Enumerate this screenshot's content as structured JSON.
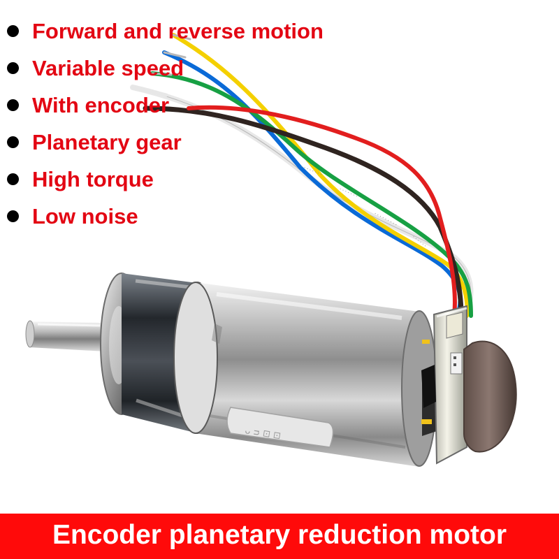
{
  "features": [
    "Forward and reverse motion",
    "Variable speed",
    "With encoder",
    "Planetary gear",
    "High torque",
    "Low noise"
  ],
  "banner": {
    "text": "Encoder planetary reduction motor"
  },
  "colors": {
    "feature_text": "#e30613",
    "banner_background": "#ff0a0a",
    "banner_text": "#ffffff",
    "bullet": "#000000"
  },
  "icons": {
    "feature_bullet": "black-circle-bullet"
  }
}
